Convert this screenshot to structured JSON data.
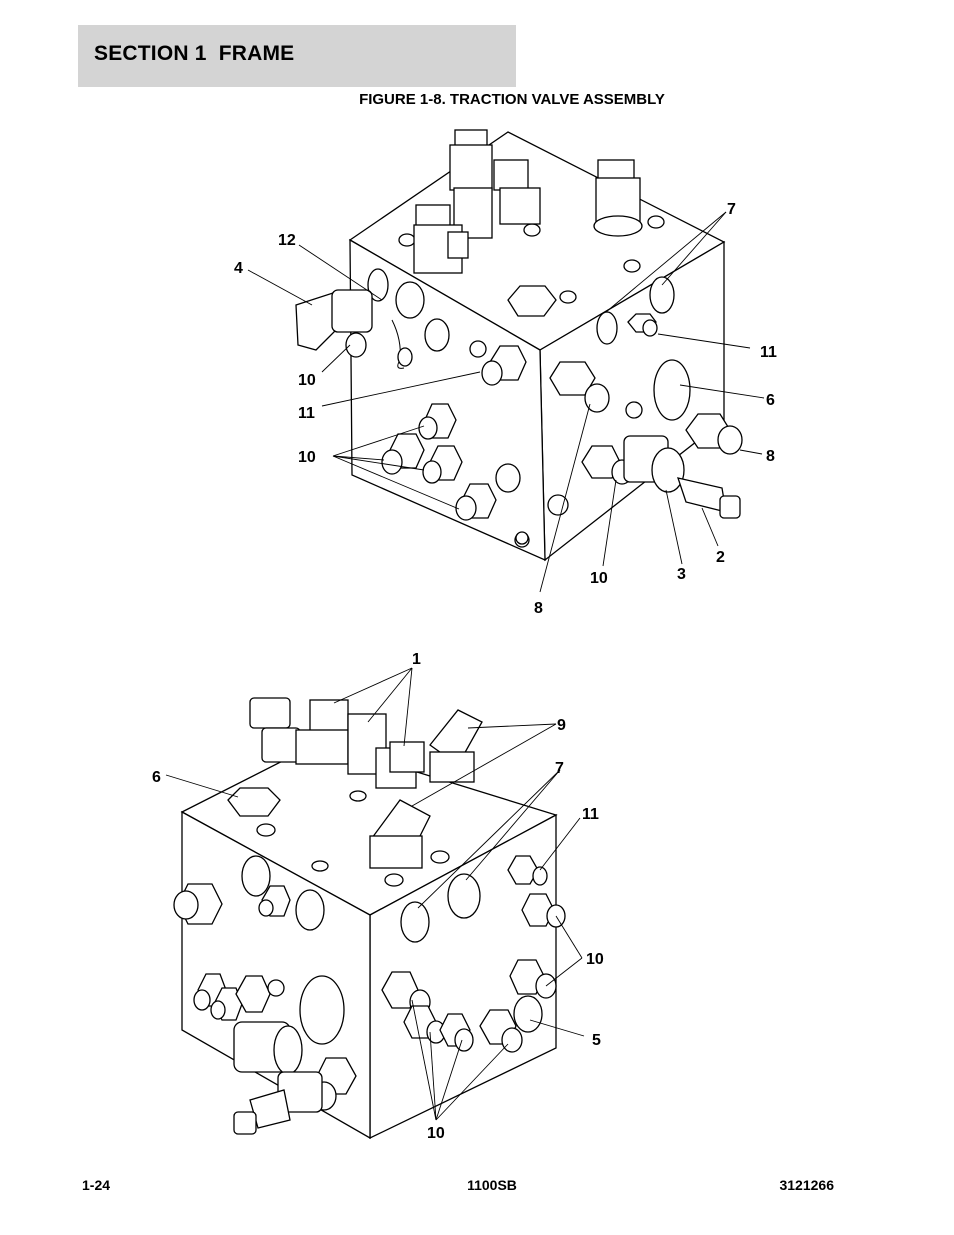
{
  "header": {
    "section": "SECTION 1  FRAME"
  },
  "figure": {
    "title": "FIGURE 1-8. TRACTION VALVE ASSEMBLY",
    "top_callouts": [
      "12",
      "4",
      "7",
      "11",
      "10",
      "11",
      "6",
      "10",
      "8",
      "2",
      "3",
      "10",
      "8"
    ],
    "bottom_callouts": [
      "1",
      "9",
      "6",
      "7",
      "11",
      "10",
      "5",
      "10"
    ]
  },
  "footer": {
    "page": "1-24",
    "model": "1100SB",
    "doc_number": "3121266"
  }
}
